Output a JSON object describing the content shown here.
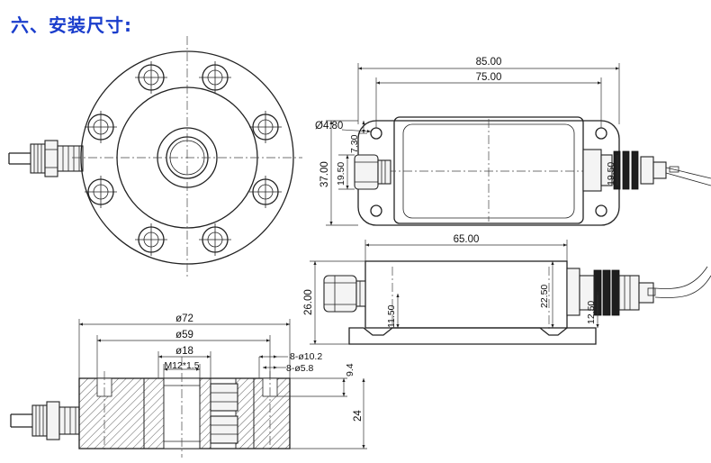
{
  "title": "六、安装尺寸:",
  "labels": {
    "top_w85": "85.00",
    "top_w75": "75.00",
    "top_hole": "Ø4.80",
    "top_7_30": "7.30",
    "top_19_50_left": "19.50",
    "top_37_00": "37.00",
    "top_19_50_right": "19.50",
    "side_65_00": "65.00",
    "side_26_00": "26.00",
    "side_11_50": "11.50",
    "side_22_50": "22.50",
    "side_12_50": "12.50",
    "sec_d72": "ø72",
    "sec_d59": "ø59",
    "sec_d18": "ø18",
    "sec_m12": "M12*1.5",
    "sec_8d10_2": "8-ø10.2",
    "sec_8d5_8": "8-ø5.8",
    "sec_9_4": "9.4",
    "sec_24": "24"
  }
}
